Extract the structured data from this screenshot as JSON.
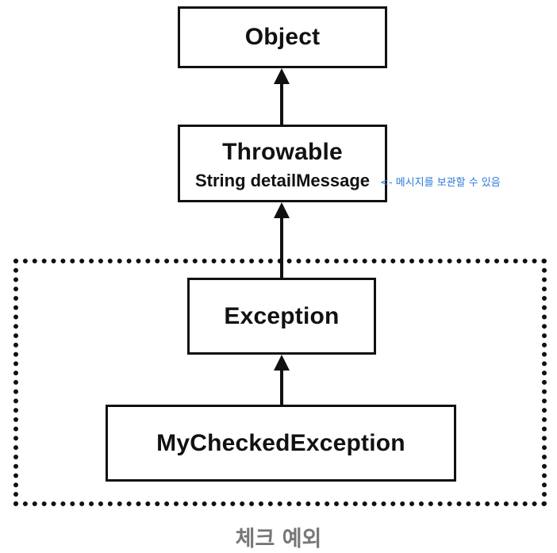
{
  "nodes": {
    "object": {
      "title": "Object"
    },
    "throwable": {
      "title": "Throwable",
      "field": "String detailMessage"
    },
    "exception": {
      "title": "Exception"
    },
    "mychecked": {
      "title": "MyCheckedException"
    }
  },
  "note": "<- 메시지를 보관할 수 있음",
  "group_label": "체크 예외",
  "colors": {
    "line": "#111111",
    "note": "#2b7bd6",
    "group_label": "#777777"
  }
}
